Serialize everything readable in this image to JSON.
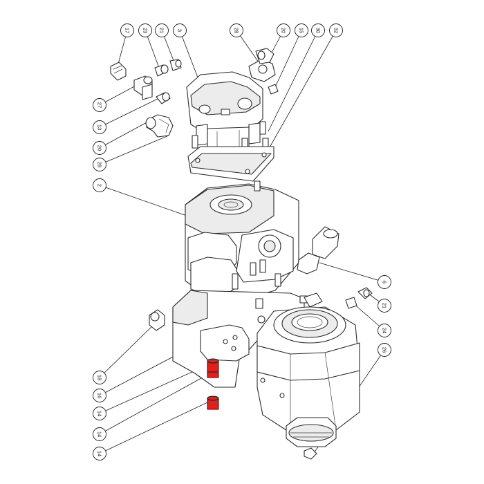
{
  "accent_color": "#e0201b",
  "line_color": "#1a1a1a",
  "callouts": [
    {
      "id": "17",
      "label": "17"
    },
    {
      "id": "23",
      "label": "23"
    },
    {
      "id": "21a",
      "label": "21"
    },
    {
      "id": "3",
      "label": "3"
    },
    {
      "id": "28a",
      "label": "28"
    },
    {
      "id": "20a",
      "label": "20"
    },
    {
      "id": "15",
      "label": "15"
    },
    {
      "id": "30",
      "label": "30"
    },
    {
      "id": "32",
      "label": "32"
    },
    {
      "id": "27",
      "label": "27"
    },
    {
      "id": "13",
      "label": "13"
    },
    {
      "id": "20b",
      "label": "20"
    },
    {
      "id": "28b",
      "label": "28"
    },
    {
      "id": "2",
      "label": "2"
    },
    {
      "id": "6",
      "label": "6"
    },
    {
      "id": "21b",
      "label": "21"
    },
    {
      "id": "24",
      "label": "24"
    },
    {
      "id": "26",
      "label": "26"
    },
    {
      "id": "18",
      "label": "18"
    },
    {
      "id": "16",
      "label": "16"
    },
    {
      "id": "14a",
      "label": "14",
      "highlight": true
    },
    {
      "id": "14b",
      "label": "14",
      "highlight": true
    },
    {
      "id": "14c",
      "label": "14",
      "highlight": true
    }
  ]
}
